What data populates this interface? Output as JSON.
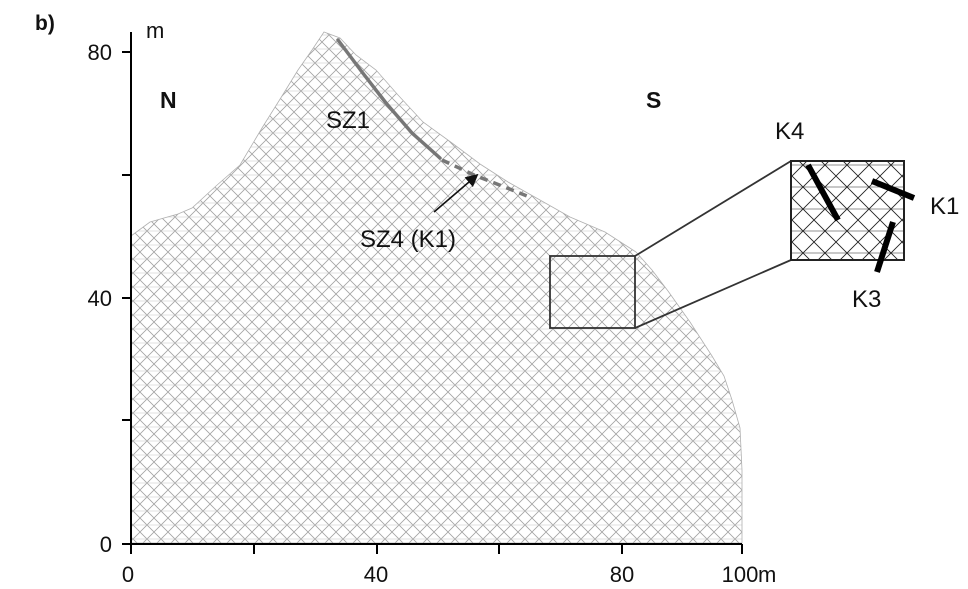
{
  "panel_label": "b)",
  "axes": {
    "y_unit": "m",
    "x_unit": "m",
    "y_ticks": [
      "0",
      "40",
      "80"
    ],
    "x_ticks": [
      "0",
      "40",
      "80",
      "100"
    ]
  },
  "orientation": {
    "north": "N",
    "south": "S"
  },
  "features": {
    "sz1": "SZ1",
    "sz4": "SZ4 (K1)"
  },
  "inset": {
    "k4": "K4",
    "k1": "K1",
    "k3": "K3"
  },
  "colors": {
    "outline": "#333333",
    "hatch": "#9a9a9a",
    "fault_line": "#7a7a7a",
    "joint": "#000000"
  }
}
